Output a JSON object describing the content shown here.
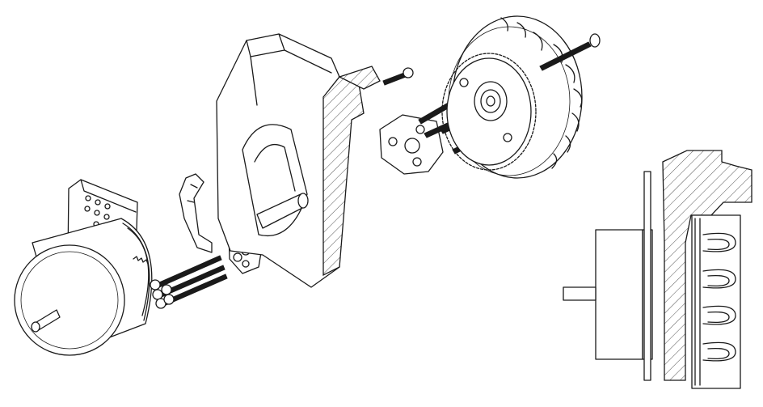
{
  "figure": {
    "parts": [
      "motor-left",
      "motor-mount-plate",
      "motor-screws",
      "bracket-clip",
      "frame-housing",
      "coupling-hub",
      "hub-screws",
      "geared-wheel",
      "wheel-axle-screw",
      "assembled-section-view"
    ]
  }
}
